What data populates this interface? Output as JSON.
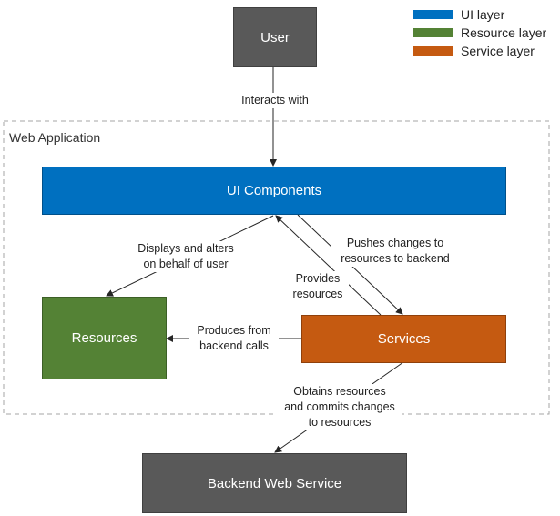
{
  "colors": {
    "ui": "#0070C0",
    "resource": "#548235",
    "service": "#C55A11",
    "external": "#595959",
    "line": "#262626",
    "dashed": "#A6A6A6"
  },
  "legend": [
    {
      "label": "UI layer",
      "color": "#0070C0"
    },
    {
      "label": "Resource layer",
      "color": "#548235"
    },
    {
      "label": "Service layer",
      "color": "#C55A11"
    }
  ],
  "container": {
    "title": "Web Application"
  },
  "nodes": {
    "user": "User",
    "ui_components": "UI Components",
    "resources": "Resources",
    "services": "Services",
    "backend": "Backend Web Service"
  },
  "edges": {
    "interacts": "Interacts with",
    "displays_line1": "Displays and alters",
    "displays_line2": "on behalf of user",
    "pushes_line1": "Pushes changes to",
    "pushes_line2": "resources to backend",
    "provides_line1": "Provides",
    "provides_line2": "resources",
    "produces_line1": "Produces from",
    "produces_line2": "backend calls",
    "obtains_line1": "Obtains resources",
    "obtains_line2": "and commits changes",
    "obtains_line3": "to resources"
  }
}
